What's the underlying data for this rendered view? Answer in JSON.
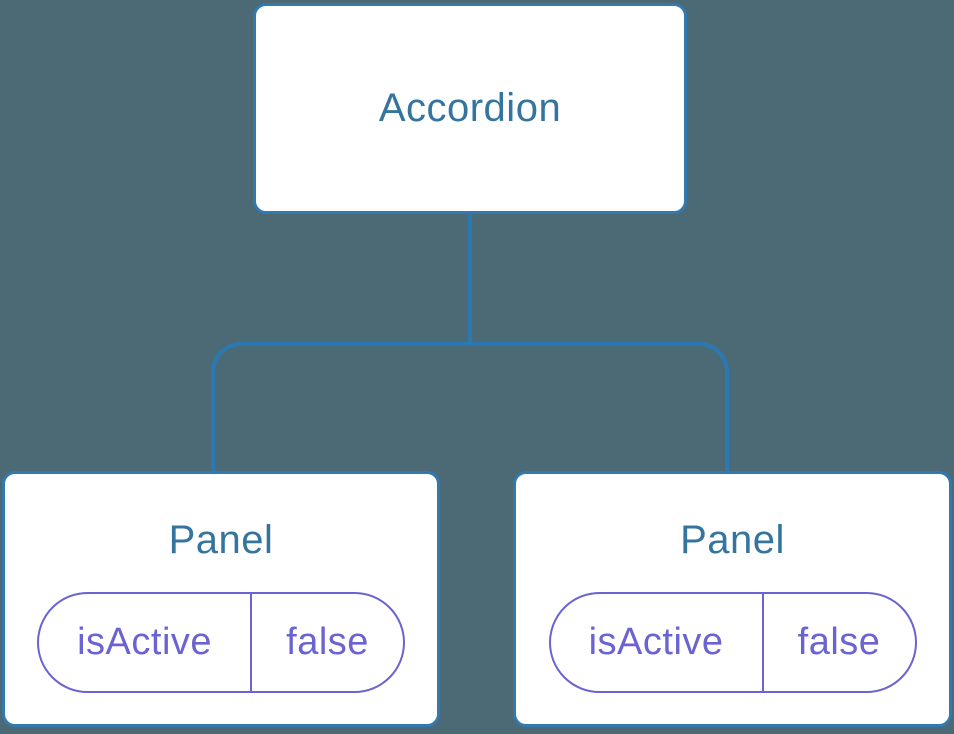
{
  "diagram": {
    "description": "component-tree-state-diagram",
    "tree": {
      "root": {
        "label": "Accordion"
      },
      "children": [
        {
          "label": "Panel",
          "state": {
            "key": "isActive",
            "value": "false"
          }
        },
        {
          "label": "Panel",
          "state": {
            "key": "isActive",
            "value": "false"
          }
        }
      ]
    }
  },
  "colors": {
    "bg": "#4C6A76",
    "box_border": "#3179AE",
    "box_fill": "#ffffff",
    "title_text": "#35749E",
    "connector": "#2A79B2",
    "pill_border": "#6A63D2",
    "pill_text": "#6A63D2"
  }
}
